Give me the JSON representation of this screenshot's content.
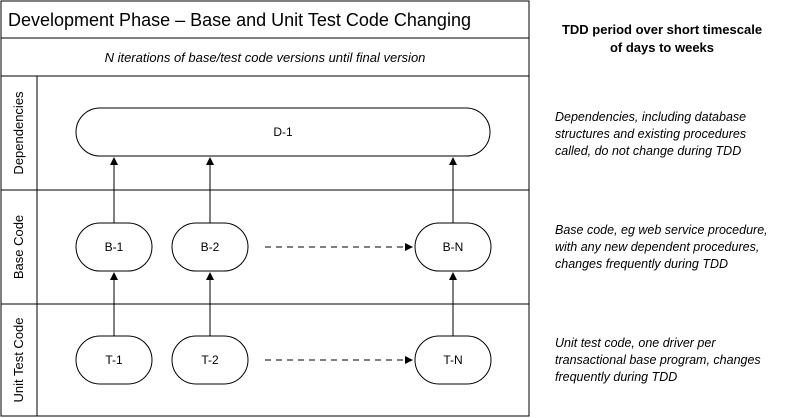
{
  "diagram": {
    "title": "Development Phase – Base and Unit Test Code Changing",
    "subtitle": "N iterations of base/test code versions until final version",
    "lanes": [
      {
        "label": "Dependencies"
      },
      {
        "label": "Base Code"
      },
      {
        "label": "Unit Test Code"
      }
    ],
    "nodes": {
      "d1": "D-1",
      "b1": "B-1",
      "b2": "B-2",
      "bn": "B-N",
      "t1": "T-1",
      "t2": "T-2",
      "tn": "T-N"
    }
  },
  "notes": {
    "header": [
      "TDD period over short timescale",
      "of days to weeks"
    ],
    "dependencies": [
      "Dependencies, including database",
      "structures and existing procedures",
      "called, do not change during TDD"
    ],
    "base": [
      "Base code, eg web service procedure,",
      "with any new dependent procedures,",
      "changes frequently during TDD"
    ],
    "unit": [
      "Unit test code, one driver per",
      "transactional base program, changes",
      "frequently during TDD"
    ]
  }
}
